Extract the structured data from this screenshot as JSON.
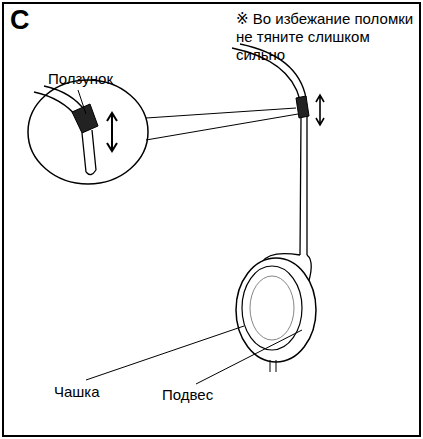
{
  "diagram": {
    "labels": [
      "C",
      "※ Во избежание поломки не тяните слишком сильно",
      "Ползунок",
      "Чашка",
      "Подвес"
    ]
  }
}
